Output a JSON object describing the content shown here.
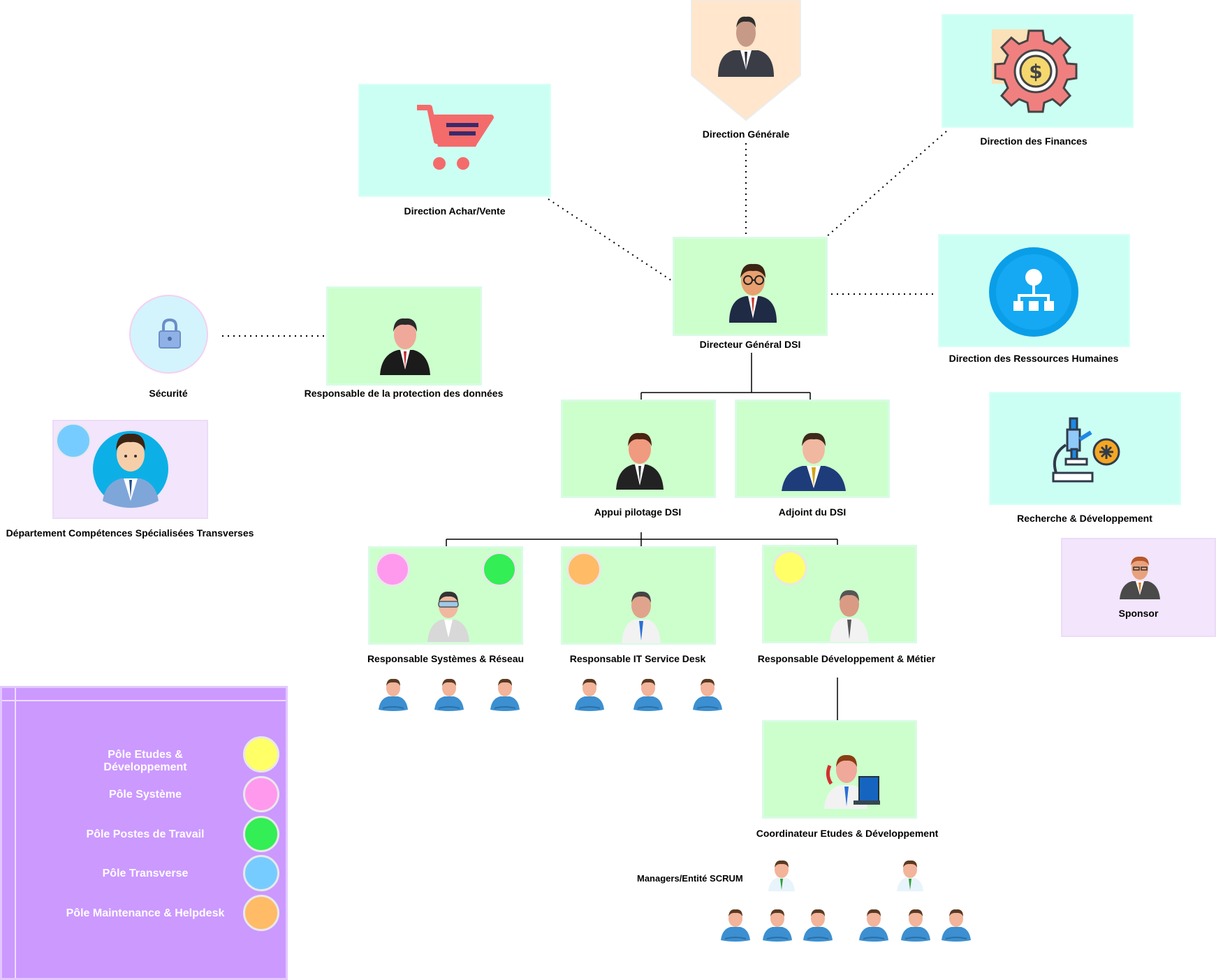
{
  "nodes": {
    "direction_generale": "Direction Générale",
    "direction_finances": "Direction des Finances",
    "direction_achat_vente": "Direction Achar/Vente",
    "directeur_general_dsi": "Directeur Général DSI",
    "direction_rh": "Direction des Ressources Humaines",
    "securite": "Sécurité",
    "responsable_protection": "Responsable de la protection des données",
    "departement_transverses": "Département Compétences Spécialisées Transverses",
    "appui_pilotage": "Appui pilotage DSI",
    "adjoint_dsi": "Adjoint du DSI",
    "recherche_dev": "Recherche & Développement",
    "sponsor": "Sponsor",
    "resp_systemes_reseau": "Responsable Systèmes & Réseau",
    "resp_it_service_desk": "Responsable IT Service Desk",
    "resp_dev_metier": "Responsable Développement & Métier",
    "coordinateur": "Coordinateur Etudes & Développement",
    "managers_scrum": "Managers/Entité SCRUM"
  },
  "legend": {
    "items": [
      {
        "label": "Pôle Etudes & Développement",
        "color": "#ffff66"
      },
      {
        "label": "Pôle Système",
        "color": "#ff99ee"
      },
      {
        "label": "Pôle Postes de Travail",
        "color": "#33ee55"
      },
      {
        "label": "Pôle Transverse",
        "color": "#77ccff"
      },
      {
        "label": "Pôle Maintenance & Helpdesk",
        "color": "#ffbb66"
      }
    ]
  },
  "colors": {
    "green_box": "#ccffcc",
    "cyan_box": "#ccfff3",
    "lavender_box": "#f2e5fc",
    "legend_bg": "#cc99ff"
  }
}
